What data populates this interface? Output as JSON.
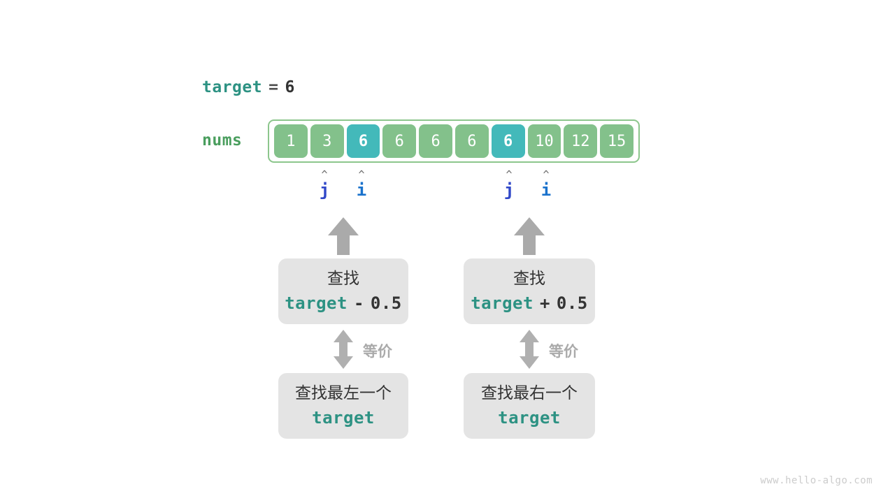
{
  "diagram": {
    "title_expression": {
      "variable": "target",
      "operator": "=",
      "value": "6"
    },
    "array": {
      "label": "nums",
      "values": [
        "1",
        "3",
        "6",
        "6",
        "6",
        "6",
        "6",
        "10",
        "12",
        "15"
      ],
      "highlighted_indices": [
        2,
        6
      ],
      "normal_color": "#83c18b",
      "highlight_color": "#43b9ba",
      "frame_border_color": "#8cc68c"
    },
    "pointers": [
      {
        "group": "left",
        "name": "j",
        "caret": "^",
        "color": "#3148c8"
      },
      {
        "group": "left",
        "name": "i",
        "caret": "^",
        "color": "#1a72cc"
      },
      {
        "group": "right",
        "name": "j",
        "caret": "^",
        "color": "#3148c8"
      },
      {
        "group": "right",
        "name": "i",
        "caret": "^",
        "color": "#1a72cc"
      }
    ],
    "equivalence_label": "等价",
    "branches": [
      {
        "id": "left",
        "top_box": {
          "heading": "查找",
          "code_variable": "target",
          "code_operator": "-",
          "code_value": "0.5"
        },
        "bottom_box": {
          "heading": "查找最左一个",
          "code_variable": "target"
        }
      },
      {
        "id": "right",
        "top_box": {
          "heading": "查找",
          "code_variable": "target",
          "code_operator": "+",
          "code_value": "0.5"
        },
        "bottom_box": {
          "heading": "查找最右一个",
          "code_variable": "target"
        }
      }
    ],
    "watermark": "www.hello-algo.com",
    "colors": {
      "teal_code": "#2d9283",
      "green_label": "#4a9e5e",
      "box_background": "#e4e4e4",
      "arrow_gray": "#aaaaaa"
    }
  }
}
